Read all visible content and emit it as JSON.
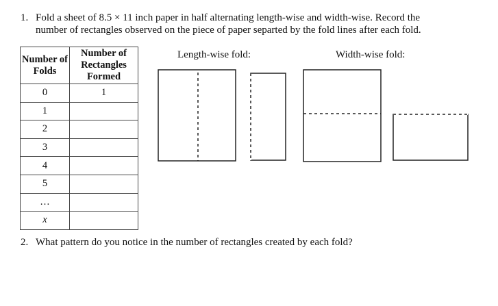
{
  "question1": {
    "number": "1.",
    "line1": "Fold a sheet of 8.5 × 11 inch paper in half alternating length-wise and width-wise.  Record the",
    "line2": "number of rectangles observed on the piece of paper separted by the fold lines after each fold."
  },
  "table": {
    "header_col1": "Number of Folds",
    "header_col2": "Number of Rectangles Formed",
    "rows": [
      {
        "folds": "0",
        "rectangles": "1"
      },
      {
        "folds": "1",
        "rectangles": ""
      },
      {
        "folds": "2",
        "rectangles": ""
      },
      {
        "folds": "3",
        "rectangles": ""
      },
      {
        "folds": "4",
        "rectangles": ""
      },
      {
        "folds": "5",
        "rectangles": ""
      },
      {
        "folds": "…",
        "rectangles": ""
      },
      {
        "folds": "x",
        "rectangles": ""
      }
    ]
  },
  "diagrams": {
    "lengthwise_label": "Length-wise fold:",
    "widthwise_label": "Width-wise fold:"
  },
  "question2": {
    "number": "2.",
    "text": "What pattern do you notice in the number of rectangles created by each fold?"
  }
}
